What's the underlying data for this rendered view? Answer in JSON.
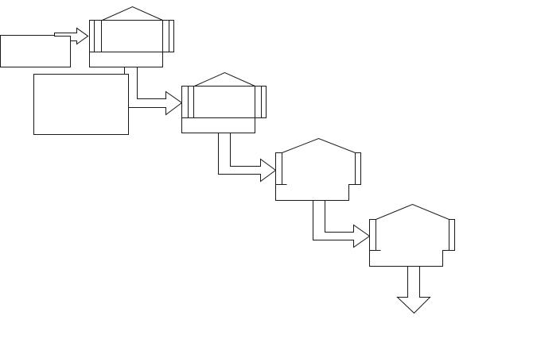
{
  "diagram": {
    "title": "",
    "stages": [
      {
        "id": "stage-1",
        "label": ""
      },
      {
        "id": "stage-2",
        "label": ""
      },
      {
        "id": "stage-3",
        "label": ""
      },
      {
        "id": "stage-4",
        "label": ""
      }
    ],
    "inputs": [
      {
        "id": "input-1",
        "label": ""
      },
      {
        "id": "input-2",
        "label": ""
      }
    ],
    "colors": {
      "stroke": "#1a1a1a",
      "background": "#ffffff"
    }
  }
}
